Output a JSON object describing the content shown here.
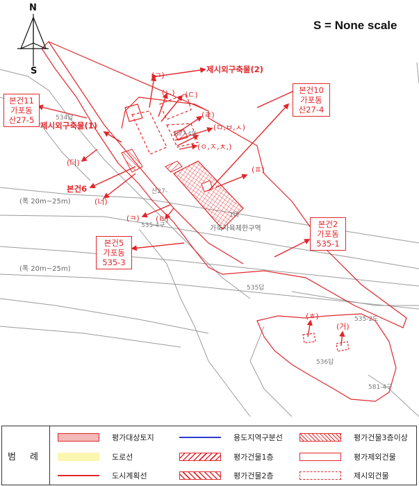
{
  "scale_text": "S  = None scale",
  "compass": {
    "north": "N",
    "south": "S"
  },
  "boxes": {
    "b11": [
      "본건11",
      "가포동",
      "산27-5"
    ],
    "b10": [
      "본건10",
      "가포동",
      "산27-4"
    ],
    "b2": [
      "본건2",
      "가포동",
      "535-1"
    ],
    "b5": [
      "본건5",
      "가포동",
      "535-3"
    ]
  },
  "labels": {
    "excluded2": "제시외구축물(2)",
    "excluded1": "제시외구축물(1)",
    "bon6": "본건6",
    "g": "(ㄱ)",
    "n": "(ㄴ)",
    "d": "(ㄷ)",
    "r": "(ㄹ)",
    "mbs": "(ㅁ,ㅂ,ㅅ)",
    "ojc": "(ㅇ,ㅈ,ㅊ,)",
    "p": "(ㅍ)",
    "deo": "(더)",
    "neo": "(너)",
    "k": "(ㅋ)",
    "t": "(ㅌ)",
    "h": "(ㅎ)",
    "geo": "(거)"
  },
  "roads": {
    "r1": "(폭 20m~25m)",
    "r2": "(폭 20m~25m)"
  },
  "parcels": {
    "p534": "534답",
    "p535_4": "535-4구",
    "p535": "535답",
    "p535_2": "535-2도",
    "p536": "536답",
    "p581": "581-4구",
    "psan27": "산27-",
    "pdae": "1대",
    "restrict": "가축사육제한구역",
    "small": "산27-4임"
  },
  "legend": {
    "title": "범 례",
    "items": [
      {
        "label": "평가대상토지"
      },
      {
        "label": "용도지역구분선"
      },
      {
        "label": "평가건물3층이상"
      },
      {
        "label": "도로선"
      },
      {
        "label": "평가건물1층"
      },
      {
        "label": "평가제외건물"
      },
      {
        "label": "도시계획선"
      },
      {
        "label": "평가건물2층"
      },
      {
        "label": "제시외건물"
      }
    ]
  },
  "colors": {
    "red": "#e0262a",
    "pink": "#f4b9b9",
    "yellow": "#fbf6b0",
    "blue": "#2a3ad0"
  }
}
